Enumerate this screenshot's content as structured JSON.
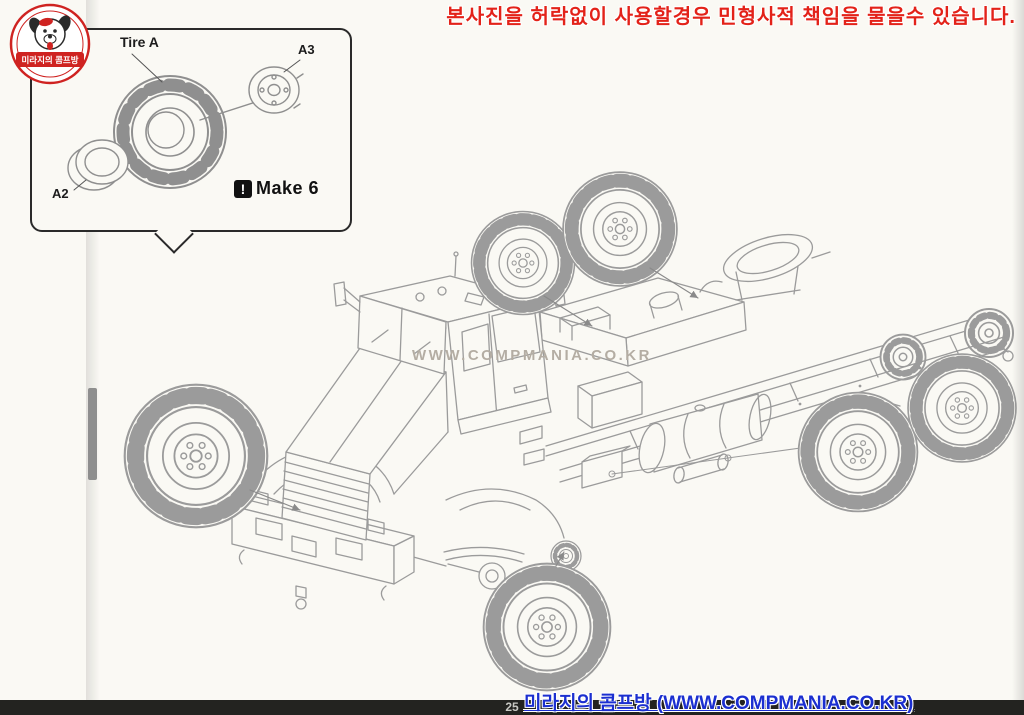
{
  "page": {
    "warning": "본사진을 허락없이 사용할경우 민형사적 책임을 물을수 있습니다.",
    "watermark": "WWW.COMPMANIA.CO.KR",
    "footer_credit": "미라지의 콤프방 (WWW.COMPMANIA.CO.KR)",
    "page_number": "25"
  },
  "logo": {
    "band_text": "미라지의 콤프방"
  },
  "inset": {
    "title": "Tire A",
    "part_a2_label": "A2",
    "part_a3_label": "A3",
    "make_icon": "!",
    "make_text": "Make 6"
  },
  "colors": {
    "warning_red": "#e32219",
    "footer_blue": "#1b2fd0",
    "line_gray": "#9b9b9b",
    "logo_red": "#cf2321"
  }
}
